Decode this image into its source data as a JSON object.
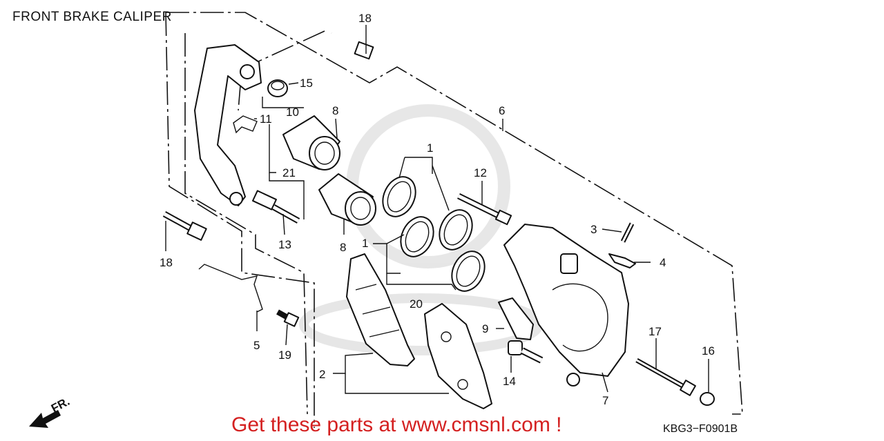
{
  "title": "FRONT BRAKE CALIPER",
  "footer": {
    "link_text": "Get these parts at www.cmsnl.com !",
    "link_color": "#d42020",
    "diagram_code": "KBG3−F0901B"
  },
  "direction_label": "FR.",
  "callouts": [
    "18",
    "15",
    "11",
    "10",
    "8",
    "21",
    "6",
    "1",
    "12",
    "3",
    "4",
    "13",
    "18",
    "5",
    "19",
    "8",
    "1",
    "20",
    "9",
    "2",
    "14",
    "17",
    "16",
    "7"
  ]
}
